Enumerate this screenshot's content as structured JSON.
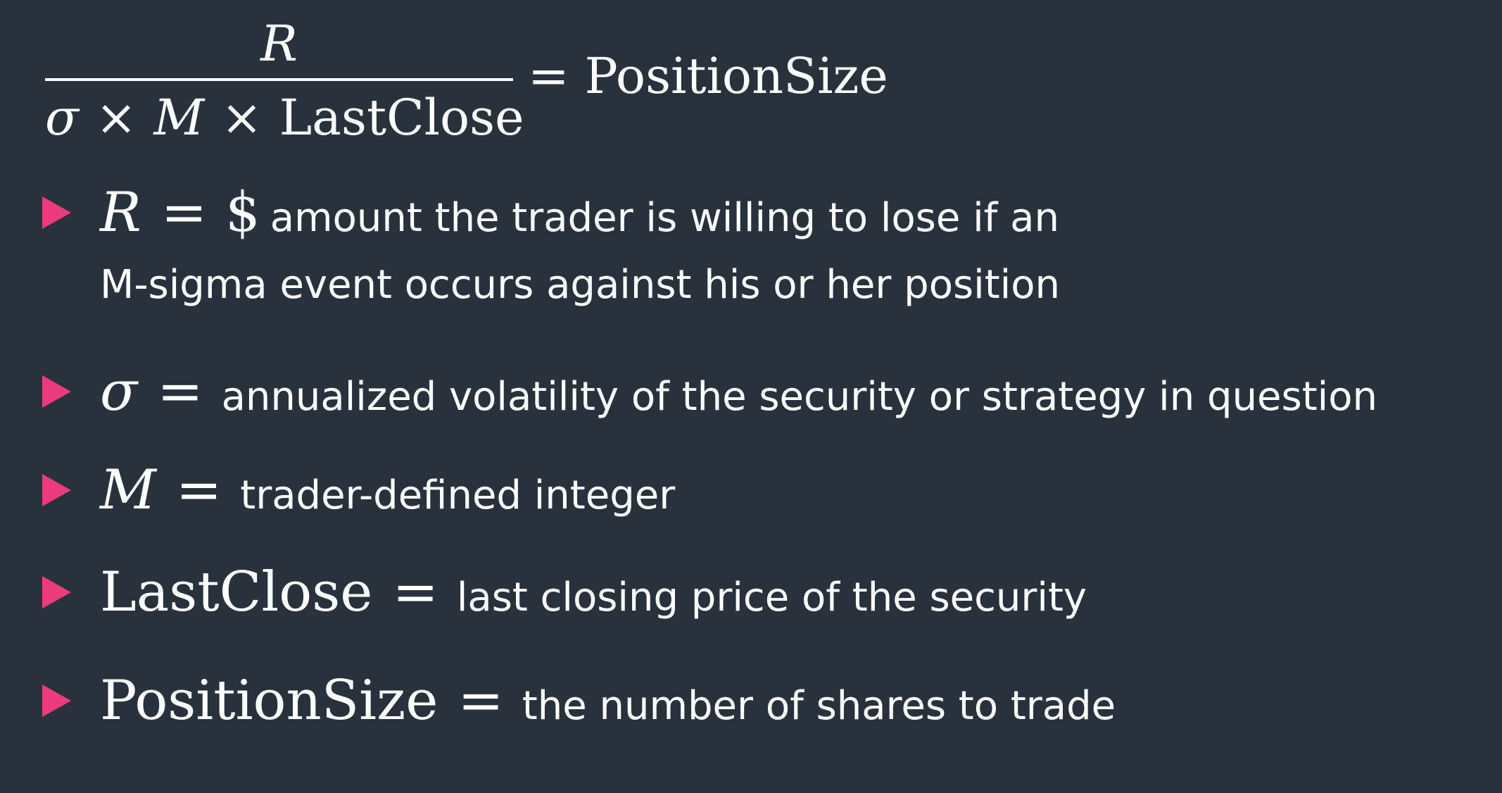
{
  "formula": {
    "numerator": "R",
    "denominator": {
      "sigma": "σ",
      "times": "×",
      "m": "M",
      "lastclose": "LastClose"
    },
    "equals": "=",
    "result": "PositionSize"
  },
  "definitions": [
    {
      "symbol": "R",
      "equals": "=",
      "dollar": "$",
      "line1": "amount the trader is willing to lose if an",
      "line2": "M-sigma event occurs against his or her position"
    },
    {
      "symbol": "σ",
      "equals": "=",
      "text": "annualized volatility of the security or strategy in question"
    },
    {
      "symbol": "M",
      "equals": "=",
      "text": "trader-defined integer"
    },
    {
      "symbol": "LastClose",
      "equals": "=",
      "text": "last closing price of the security"
    },
    {
      "symbol": "PositionSize",
      "equals": "=",
      "text": "the number of shares to trade"
    }
  ],
  "colors": {
    "background": "#29323c",
    "bullet": "#ec3b7c",
    "text": "#ffffff"
  }
}
